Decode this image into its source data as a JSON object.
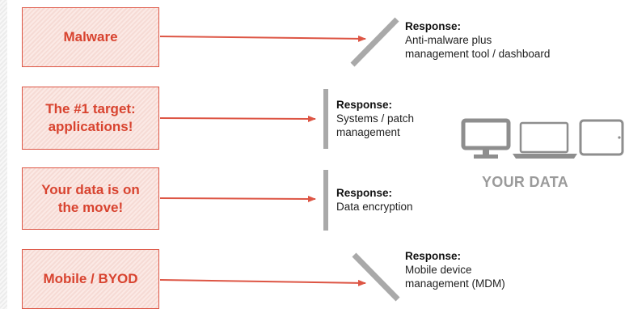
{
  "threats": [
    {
      "label": "Malware"
    },
    {
      "label": "The #1 target:\napplications!"
    },
    {
      "label": "Your data is on\nthe move!"
    },
    {
      "label": "Mobile / BYOD"
    }
  ],
  "responses": [
    {
      "heading": "Response:",
      "body": "Anti-malware plus\nmanagement tool / dashboard"
    },
    {
      "heading": "Response:",
      "body": "Systems / patch\nmanagement"
    },
    {
      "heading": "Response:",
      "body": "Data encryption"
    },
    {
      "heading": "Response:",
      "body": "Mobile device\nmanagement (MDM)"
    }
  ],
  "devices": {
    "label": "YOUR DATA",
    "icons": [
      "desktop-monitor-icon",
      "laptop-icon",
      "tablet-icon"
    ]
  },
  "colors": {
    "accent": "#d8432f",
    "arrow": "#dd5544",
    "barrier": "#a9a9a9",
    "device": "#8e8e8e"
  }
}
